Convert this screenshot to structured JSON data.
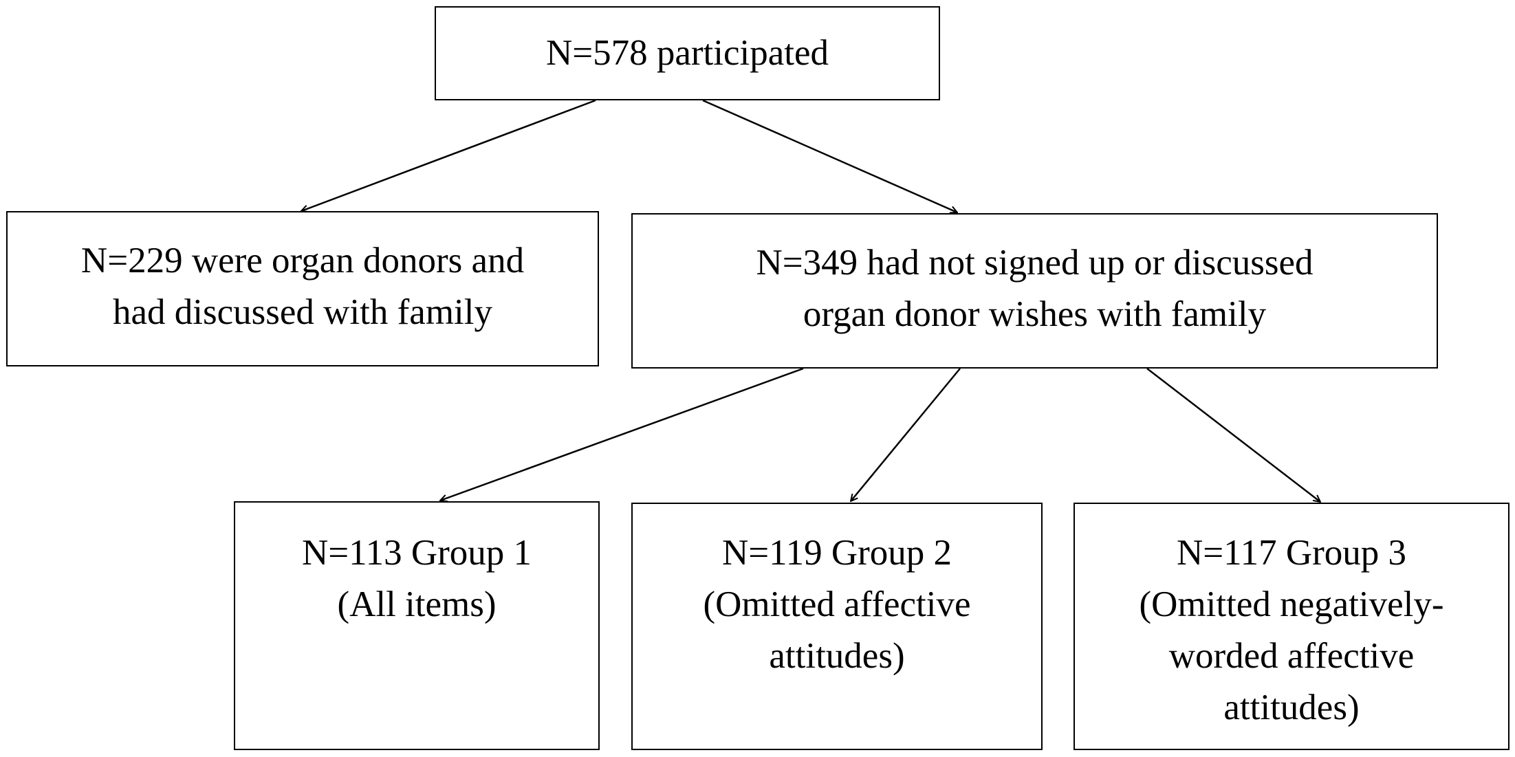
{
  "nodes": {
    "root": {
      "lines": [
        "N=578 participated"
      ]
    },
    "left": {
      "lines": [
        "N=229 were organ donors and",
        "had discussed with family"
      ]
    },
    "right": {
      "lines": [
        "N=349 had not signed up or discussed",
        "organ donor wishes with family"
      ]
    },
    "group1": {
      "lines": [
        "N=113 Group 1",
        "(All items)"
      ]
    },
    "group2": {
      "lines": [
        "N=119 Group 2",
        "(Omitted affective",
        "attitudes)"
      ]
    },
    "group3": {
      "lines": [
        "N=117 Group 3",
        "(Omitted negatively-",
        "worded affective",
        "attitudes)"
      ]
    }
  },
  "edges": [
    {
      "from": "root",
      "to": "left"
    },
    {
      "from": "root",
      "to": "right"
    },
    {
      "from": "right",
      "to": "group1"
    },
    {
      "from": "right",
      "to": "group2"
    },
    {
      "from": "right",
      "to": "group3"
    }
  ]
}
